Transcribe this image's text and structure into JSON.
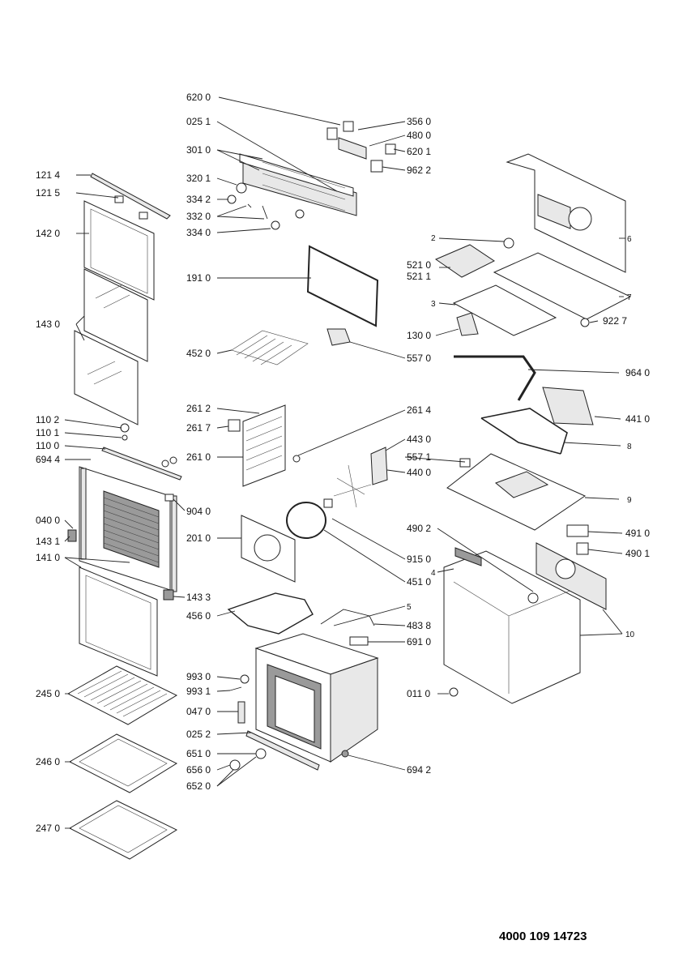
{
  "document_number": "4000 109 14723",
  "labels": {
    "l6200": "620 0",
    "l0251": "025 1",
    "l3010": "301 0",
    "l3201": "320 1",
    "l3342": "334 2",
    "l3320": "332 0",
    "l3340": "334 0",
    "l3560": "356 0",
    "l4800": "480 0",
    "l6201": "620 1",
    "l9622": "962 2",
    "l1214": "121 4",
    "l1215": "121 5",
    "l1420": "142 0",
    "l1910": "191 0",
    "l1430": "143 0",
    "l4520": "452 0",
    "l5570": "557 0",
    "l2": "2",
    "l6": "6",
    "l5210": "521 0",
    "l5211": "521 1",
    "l7": "7",
    "l3": "3",
    "l9227": "922 7",
    "l1300": "130 0",
    "l9640": "964 0",
    "l4410": "441 0",
    "l8": "8",
    "l2612": "261 2",
    "l2614": "261 4",
    "l2617": "261 7",
    "l1102": "110 2",
    "l1101": "110 1",
    "l1100": "110 0",
    "l6944": "694 4",
    "l2610": "261 0",
    "l4430": "443 0",
    "l5571": "557 1",
    "l4400": "440 0",
    "l9": "9",
    "l0400": "040 0",
    "l9040": "904 0",
    "l2010": "201 0",
    "l1431": "143 1",
    "l1410": "141 0",
    "l4902": "490 2",
    "l4910": "491 0",
    "l4901": "490 1",
    "l9150": "915 0",
    "l4": "4",
    "l4510": "451 0",
    "l1433": "143 3",
    "l5": "5",
    "l4560": "456 0",
    "l4838": "483 8",
    "l6910": "691 0",
    "l10": "10",
    "l9930": "993 0",
    "l9931": "993 1",
    "l2450": "245 0",
    "l0110": "011 0",
    "l0470": "047 0",
    "l0252": "025 2",
    "l6510": "651 0",
    "l2460": "246 0",
    "l6560": "656 0",
    "l6942": "694 2",
    "l6520": "652 0",
    "l2470": "247 0"
  }
}
